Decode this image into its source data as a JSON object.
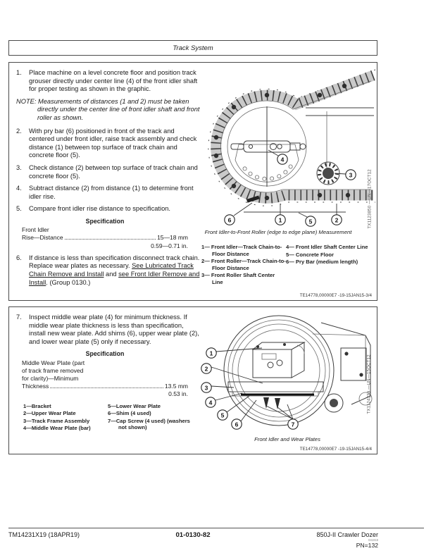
{
  "colors": {
    "ink": "#1a1a1a",
    "line": "#4a4a4a",
    "page": "#ffffff"
  },
  "header": {
    "title": "Track System"
  },
  "callout_labels": {
    "c1": "1",
    "c2": "2",
    "c3": "3",
    "c4": "4",
    "c5": "5",
    "c6": "6",
    "c7": "7"
  },
  "section1": {
    "steps": [
      {
        "num": "1.",
        "text": "Place machine on a level concrete floor and position track grouser directly under center line (4) of the front idler shaft for proper testing as shown in the graphic."
      },
      {
        "num": "2.",
        "text": "With pry bar (6) positioned in front of the track and centered under front idler, raise track assembly and check distance (1) between top surface of track chain and concrete floor (5)."
      },
      {
        "num": "3.",
        "text": "Check distance (2) between top surface of track chain and concrete floor (5)."
      },
      {
        "num": "4.",
        "text": "Subtract distance (2) from distance (1) to determine front idler rise."
      },
      {
        "num": "5.",
        "text": "Compare front idler rise distance to specification."
      }
    ],
    "note": "NOTE: Measurements of distances (1 and 2) must be taken directly under the center line of front idler shaft and front roller as shown.",
    "spec": {
      "heading": "Specification",
      "label_line": "Front Idler",
      "row_label": "Rise—Distance",
      "row_value": "15—18 mm",
      "row_value2": "0.59—0.71 in."
    },
    "step6": {
      "num": "6.",
      "segments": [
        {
          "t": "If distance is less than specification disconnect track chain.  Replace wear plates as necessary. "
        },
        {
          "t": "See Lubricated Track Chain Remove and Install",
          "u": true
        },
        {
          "t": " and "
        },
        {
          "t": "see Front Idler Remove and Install",
          "u": true
        },
        {
          "t": ". (Group 0130.)"
        }
      ]
    },
    "figure": {
      "caption": "Front Idler-to-Front Roller (edge to edge plane) Measurement",
      "image_code": "TX1123850 —UN—17OCT12",
      "doc_code": "TE14778,00000E7 -19-15JAN15-3/4"
    },
    "legend_col1": [
      "1— Front Idler—Track Chain-to-Floor Distance",
      "2— Front Roller—Track Chain-to-Floor Distance",
      "3— Front Roller Shaft Center Line"
    ],
    "legend_col2": [
      "4— Front Idler Shaft Center Line",
      "5— Concrete Floor",
      "6— Pry Bar (medium length)"
    ]
  },
  "section2": {
    "step7": {
      "num": "7.",
      "text": "Inspect middle wear plate (4) for minimum thickness. If middle wear plate thickness is less than specification, install new wear plate.  Add shims (6), upper wear plate (2), and lower wear plate (5) only if necessary."
    },
    "spec": {
      "heading": "Specification",
      "lines": [
        "Middle Wear Plate (part",
        "of track frame removed",
        "for clarity)—Minimum"
      ],
      "row_label": "Thickness",
      "row_value": "13.5 mm",
      "row_value2": "0.53 in."
    },
    "legend_col1": [
      "1—Bracket",
      "2—Upper Wear Plate",
      "3—Track Frame Assembly",
      "4—Middle Wear Plate (bar)"
    ],
    "legend_col2": [
      "5—Lower Wear Plate",
      "6—Shim (4 used)",
      "7—Cap Screw (4 used) (washers not shown)"
    ],
    "figure": {
      "caption": "Front Idler and Wear Plates",
      "image_code": "TX1124339 —UN—15OCT12",
      "doc_code": "TE14778,00000E7 -19-15JAN15-4/4"
    }
  },
  "footer": {
    "left": "TM14231X19 (18APR19)",
    "center": "01-0130-82",
    "right": "850J-II Crawler Dozer",
    "right_small": "041919",
    "page_number": "PN=132"
  }
}
